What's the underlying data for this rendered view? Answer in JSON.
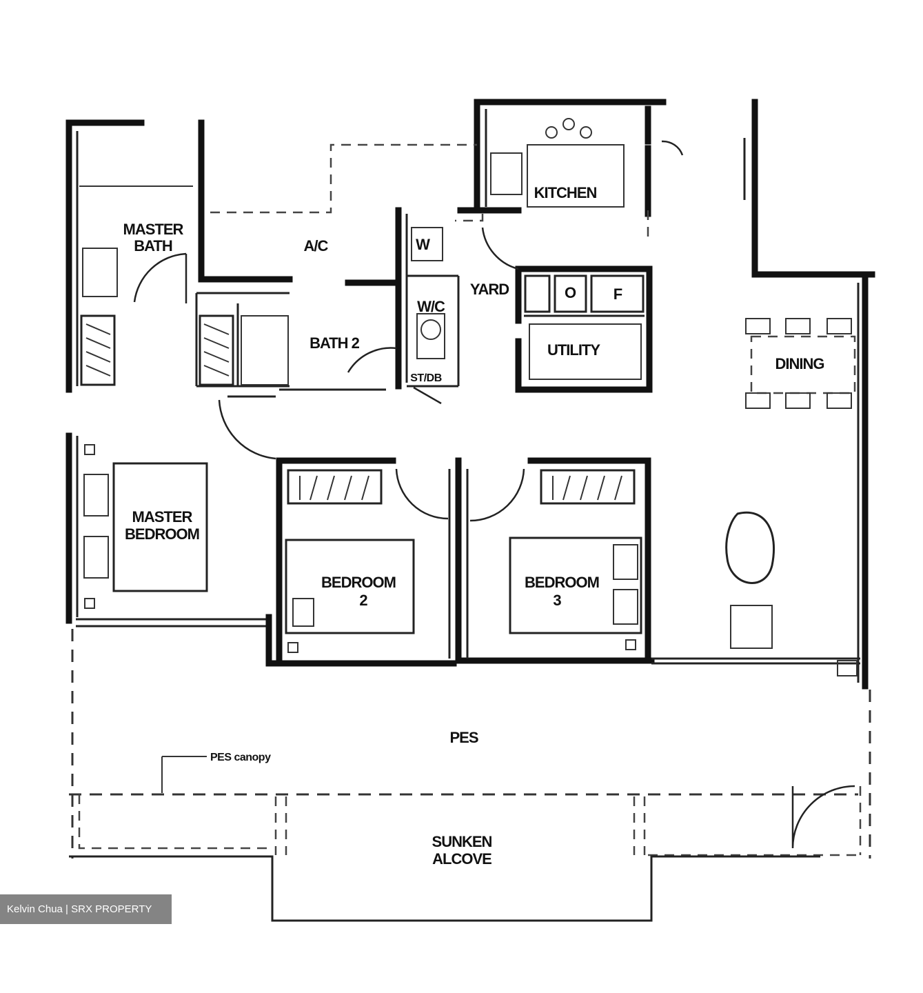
{
  "rooms": {
    "master_bath": [
      "MASTER",
      "BATH"
    ],
    "ac": "A/C",
    "kitchen": "KITCHEN",
    "wm": "W",
    "yard": "YARD",
    "wc": "W/C",
    "st_db": "ST/DB",
    "bath2": "BATH 2",
    "oven": "O",
    "fridge": "F",
    "utility": "UTILITY",
    "dining": "DINING",
    "master_bedroom": [
      "MASTER",
      "BEDROOM"
    ],
    "bedroom2": [
      "BEDROOM",
      "2"
    ],
    "bedroom3": [
      "BEDROOM",
      "3"
    ],
    "pes": "PES",
    "pes_canopy": "PES canopy",
    "sunken_alcove": [
      "SUNKEN",
      "ALCOVE"
    ]
  },
  "watermark": "Kelvin Chua | SRX PROPERTY"
}
